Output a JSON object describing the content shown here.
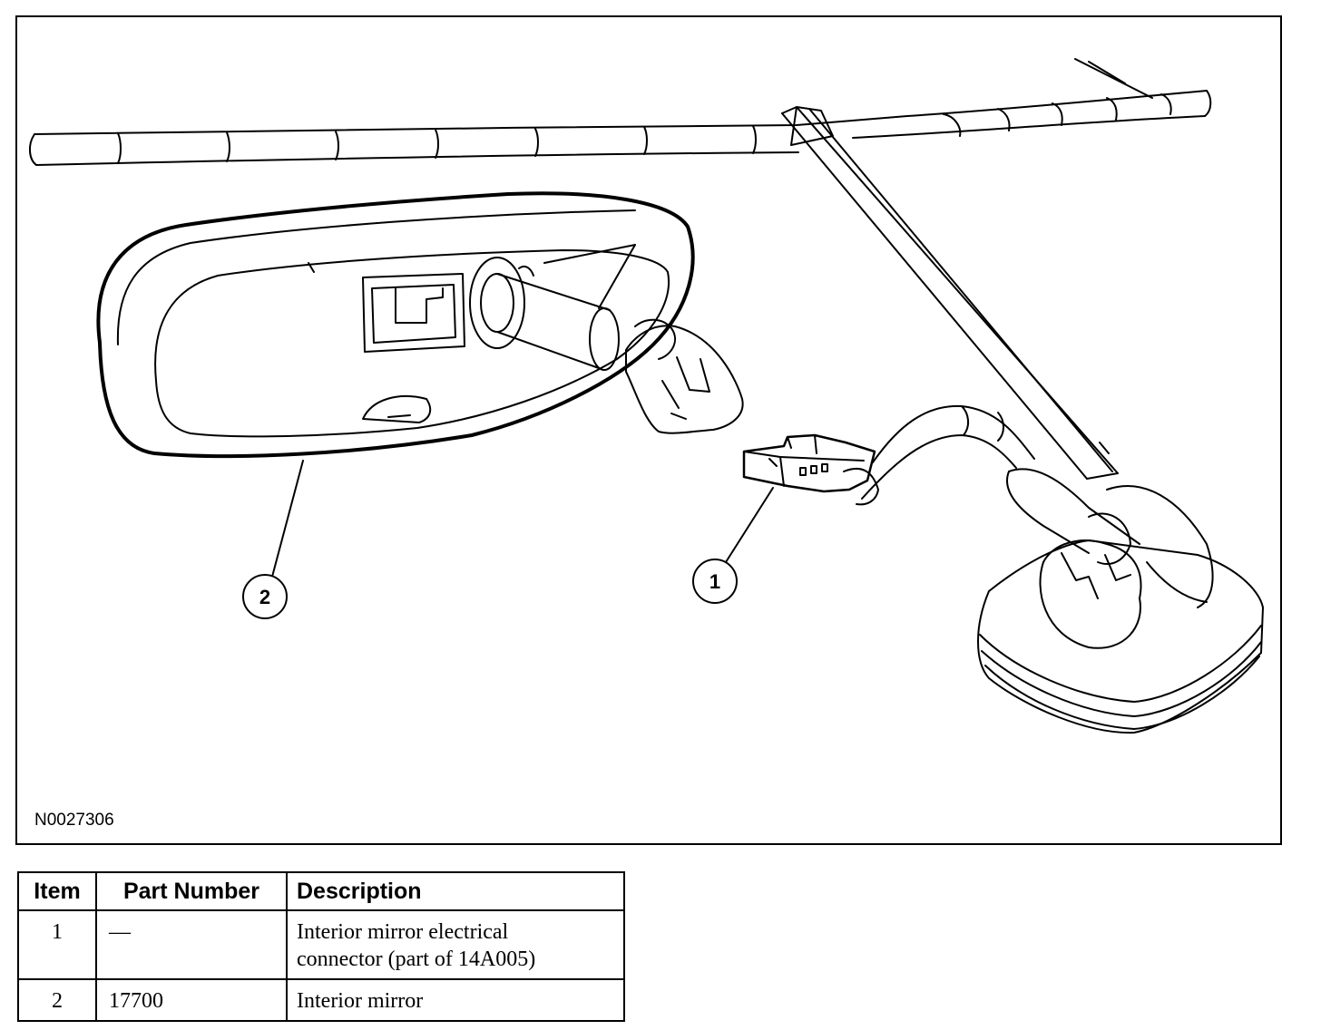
{
  "figure": {
    "id_label": "N0027306",
    "callouts": [
      {
        "number": "1",
        "target": "electrical-connector"
      },
      {
        "number": "2",
        "target": "interior-mirror"
      }
    ]
  },
  "legend_table": {
    "headers": {
      "item": "Item",
      "part_number": "Part Number",
      "description": "Description"
    },
    "rows": [
      {
        "item": "1",
        "part_number": "—",
        "description_line1": "Interior mirror electrical",
        "description_line2": "connector (part of 14A005)"
      },
      {
        "item": "2",
        "part_number": "17700",
        "description_line1": "Interior mirror",
        "description_line2": ""
      }
    ]
  }
}
